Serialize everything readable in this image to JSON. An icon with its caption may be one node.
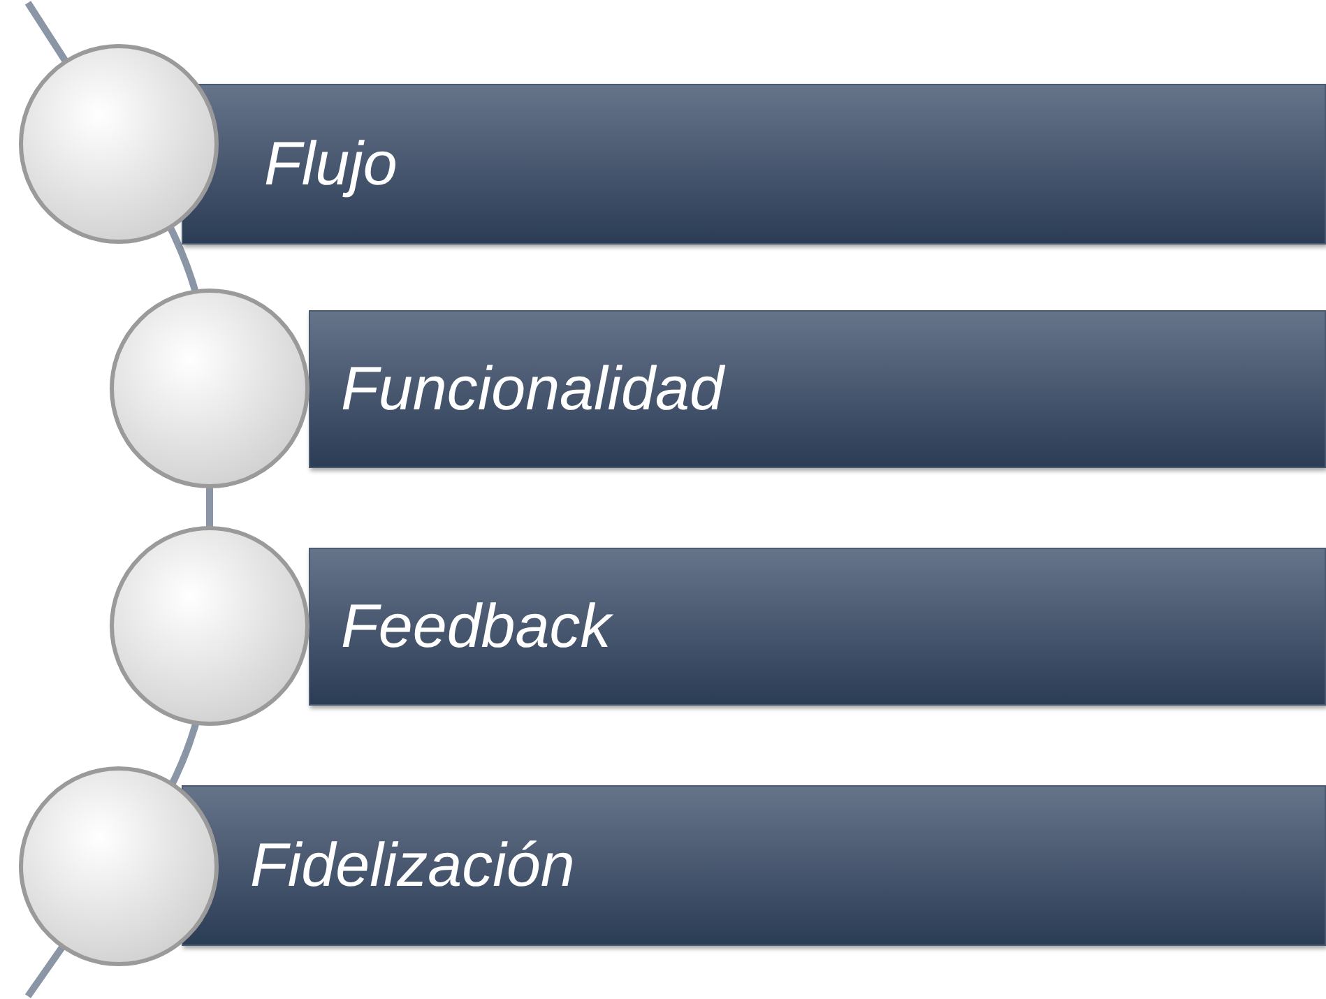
{
  "diagram": {
    "nodes": [
      {
        "text": [
          "Flujo"
        ]
      },
      {
        "text": [
          "Funcionalidad"
        ]
      },
      {
        "text": [
          "Feedback"
        ]
      },
      {
        "text": [
          "Fidelización"
        ]
      },
      {
        "text": [],
        "shape": "circle"
      },
      {
        "text": [],
        "shape": "circle"
      },
      {
        "text": [],
        "shape": "circle"
      },
      {
        "text": [],
        "shape": "circle"
      }
    ]
  }
}
